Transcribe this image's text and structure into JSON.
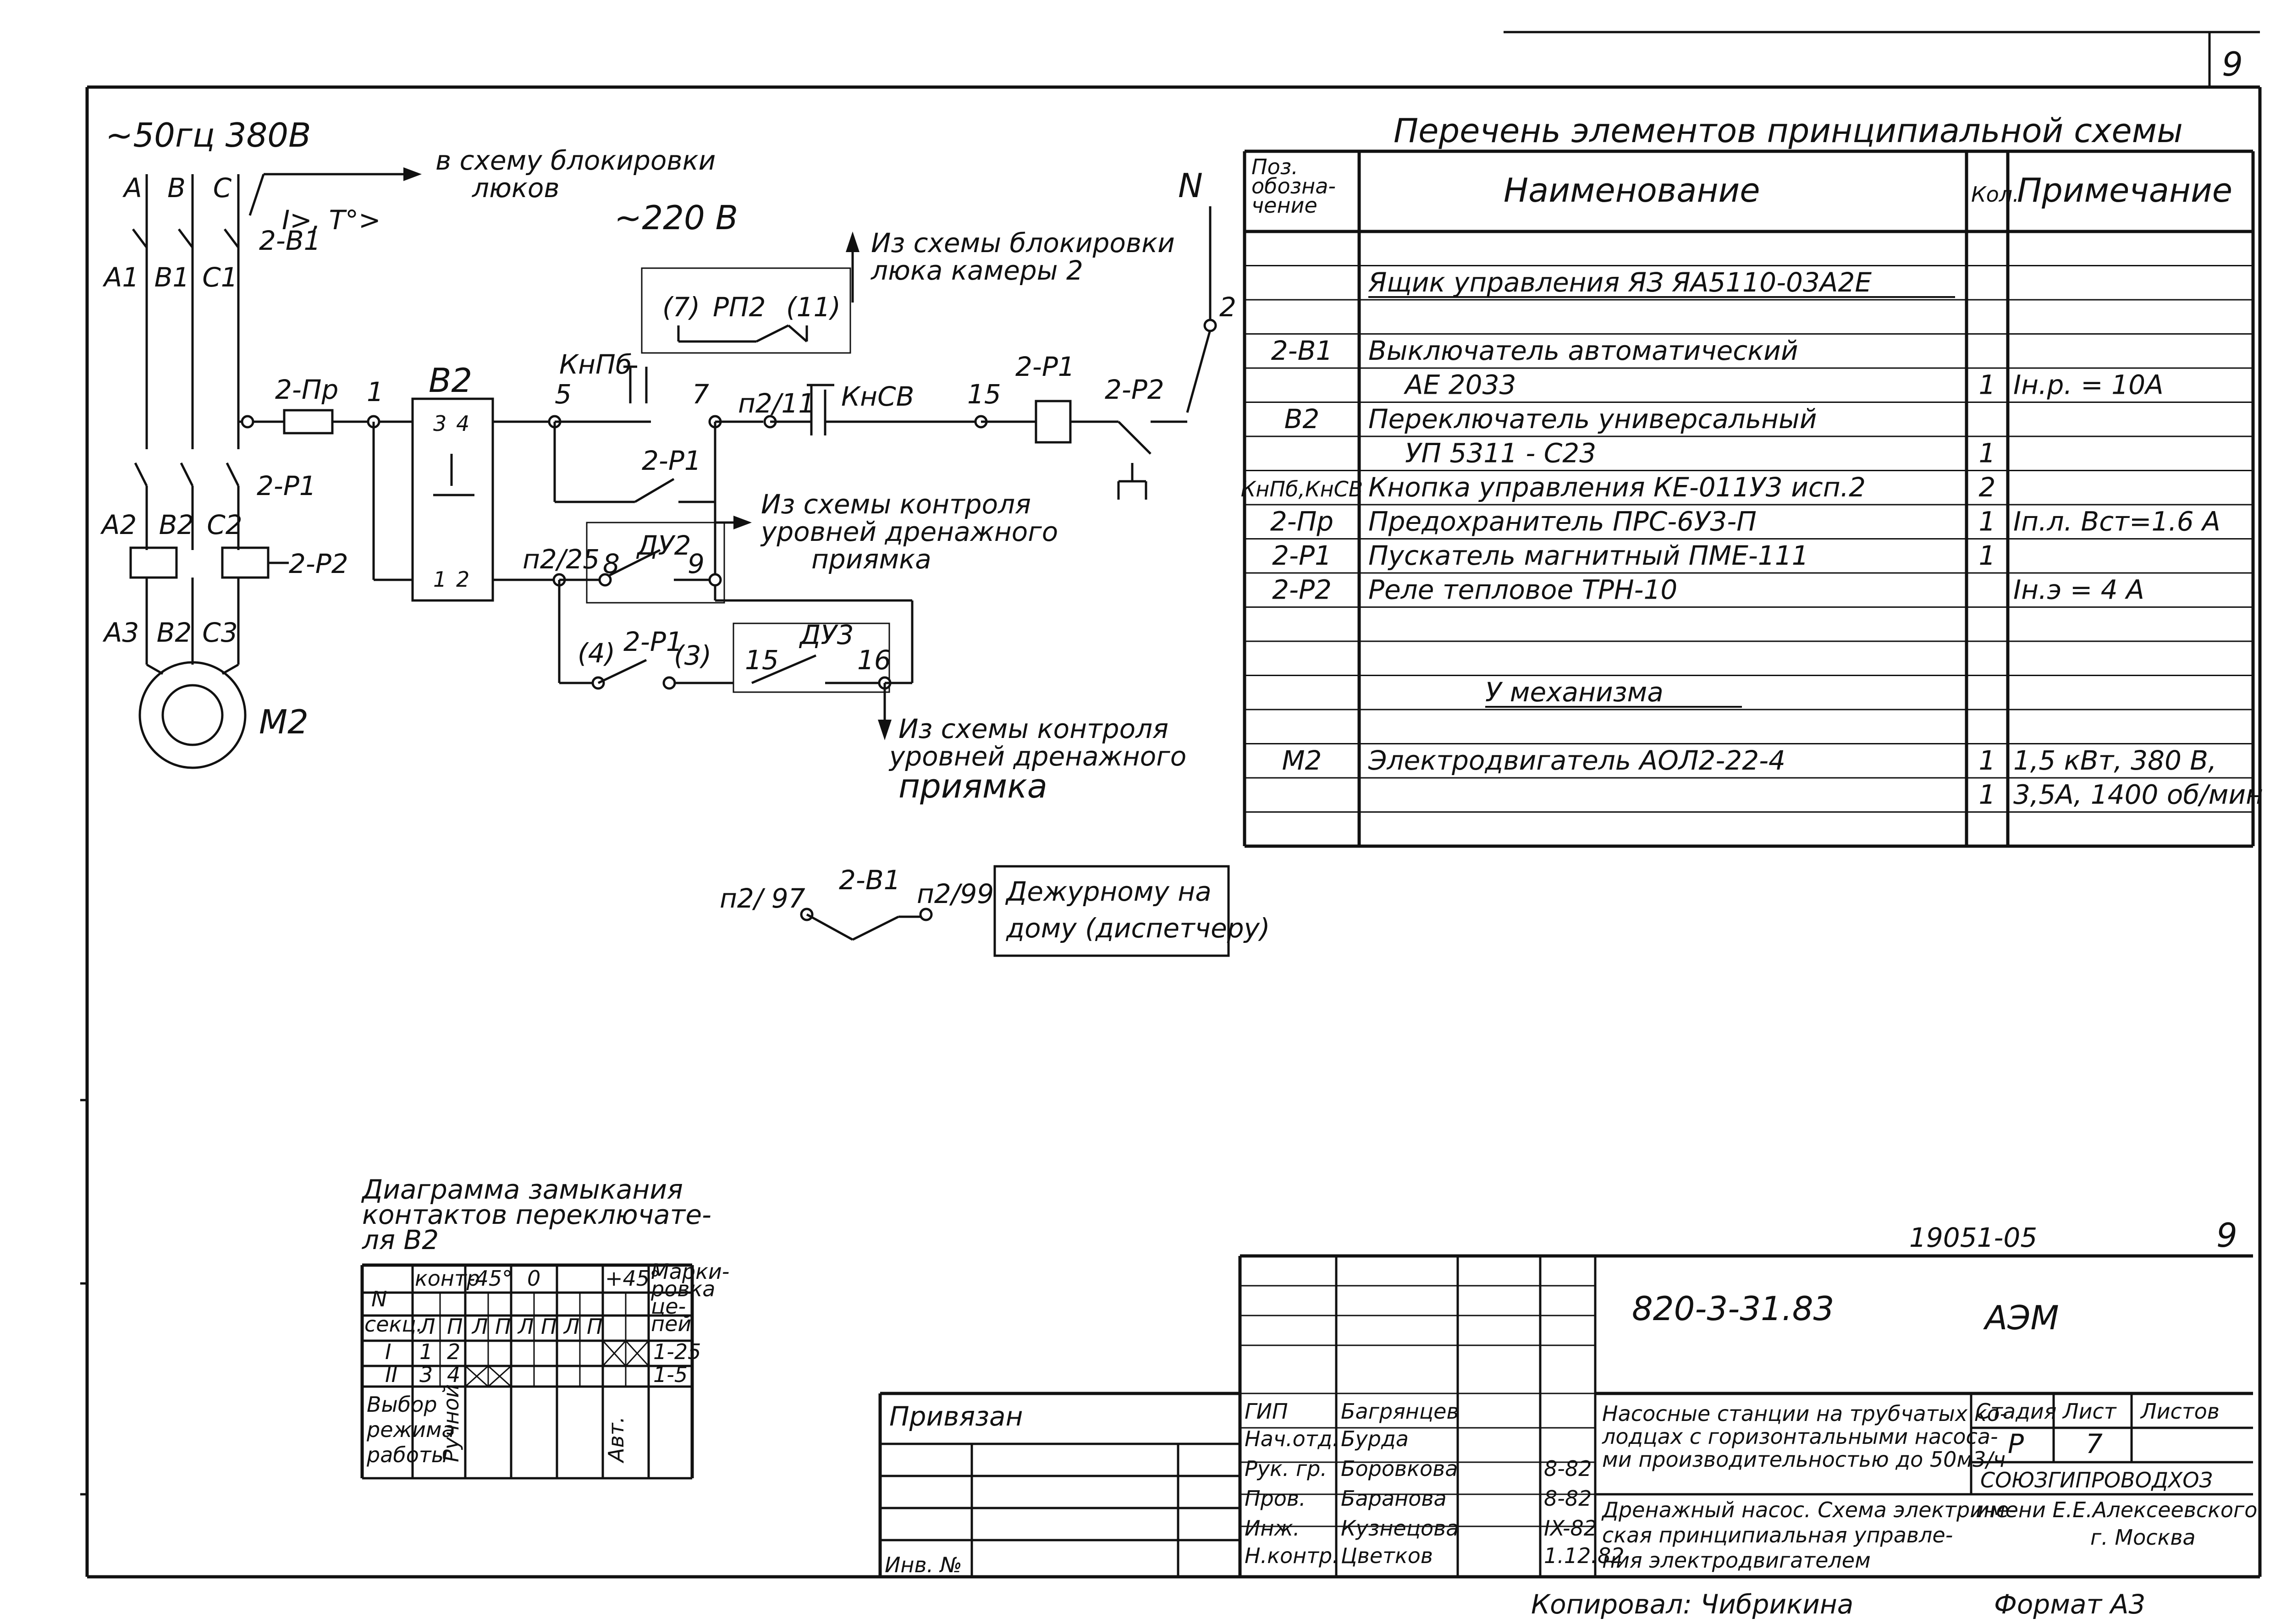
{
  "sheet_number_corner": "9",
  "doc_code_top": "19051-05",
  "sheet_no": "9",
  "circuit": {
    "supply": "~50гц 380В",
    "phases": [
      "A",
      "B",
      "C"
    ],
    "l1_labels": [
      "A1",
      "B1",
      "C1"
    ],
    "l2_labels": [
      "A2",
      "B2",
      "C2"
    ],
    "l3_labels": [
      "A3",
      "B2",
      "C3"
    ],
    "breaker": "2-В1",
    "breaker_prot": "I>, T°>",
    "to_lock_1": "в схему блокировки",
    "to_lock_2": "люков",
    "v220": "~220 В",
    "fuse": "2-Пр",
    "node1": "1",
    "switch": "В2",
    "sw_c3": "3",
    "sw_c4": "4",
    "sw_c1": "1",
    "sw_c2": "2",
    "knpb": "КнПб",
    "node5": "5",
    "node7": "7",
    "p1_contact": "2-Р1",
    "p1_aux": "2-Р1",
    "p2_overload": "2-Р2",
    "motor": "М2",
    "from_lock_1": "Из схемы блокировки",
    "from_lock_2": "люка камеры 2",
    "rp2_l": "(7)",
    "rp2": "РП2",
    "rp2_r": "(11)",
    "n": "N",
    "n2": "2",
    "p2_11": "п2/11",
    "knsv": "КнСВ",
    "node15": "15",
    "coil": "2-Р1",
    "therm": "2-Р2",
    "from_lvl_1a": "Из схемы контроля",
    "from_lvl_1b": "уровней дренажного",
    "from_lvl_1c": "приямка",
    "p2_25": "п2/25",
    "du2": "ДУ2",
    "du2_8": "8",
    "du2_9": "9",
    "p1_low": "2-Р1",
    "n4": "(4)",
    "n3": "(3)",
    "du3": "ДУ3",
    "du3_15": "15",
    "du3_16": "16",
    "from_lvl_2a": "Из схемы контроля",
    "from_lvl_2b": "уровней дренажного",
    "from_lvl_2c": "приямка",
    "sig_l": "п2/ 97",
    "sig_sw": "2-В1",
    "sig_r": "п2/99",
    "sig_box_1": "Дежурному на",
    "sig_box_2": "дому (диспетчеру)"
  },
  "elements": {
    "title": "Перечень элементов принципиальной схемы",
    "headers": [
      "Поз. обозна- чение",
      "Наименование",
      "Кол.",
      "Примечание"
    ],
    "rows": [
      {
        "pos": "",
        "name": "",
        "qty": "",
        "note": "",
        "u": false
      },
      {
        "pos": "",
        "name": "Ящик управления ЯЗ ЯА5110-03А2Е",
        "qty": "",
        "note": "",
        "u": true
      },
      {
        "pos": "",
        "name": "",
        "qty": "",
        "note": "",
        "u": false
      },
      {
        "pos": "2-В1",
        "name": "Выключатель автоматический",
        "qty": "",
        "note": "",
        "u": false
      },
      {
        "pos": "",
        "name": "АЕ 2033",
        "qty": "1",
        "note": "Iн.р. = 10А",
        "u": false
      },
      {
        "pos": "В2",
        "name": "Переключатель универсальный",
        "qty": "",
        "note": "",
        "u": false
      },
      {
        "pos": "",
        "name": "УП 5311 - С23",
        "qty": "1",
        "note": "",
        "u": false
      },
      {
        "pos": "КнПб,КнСВ",
        "name": "Кнопка управления КЕ-011У3 исп.2",
        "qty": "2",
        "note": "",
        "u": false
      },
      {
        "pos": "2-Пр",
        "name": "Предохранитель ПРС-6У3-П",
        "qty": "1",
        "note": "Iп.л. Вст=1.6 А",
        "u": false
      },
      {
        "pos": "2-Р1",
        "name": "Пускатель магнитный ПМЕ-111",
        "qty": "1",
        "note": "",
        "u": false
      },
      {
        "pos": "2-Р2",
        "name": "Реле тепловое ТРН-10",
        "qty": "",
        "note": "Iн.э = 4 А",
        "u": false
      },
      {
        "pos": "",
        "name": "",
        "qty": "",
        "note": "",
        "u": false
      },
      {
        "pos": "",
        "name": "",
        "qty": "",
        "note": "",
        "u": false
      },
      {
        "pos": "",
        "name": "У механизма",
        "qty": "",
        "note": "",
        "u": true
      },
      {
        "pos": "",
        "name": "",
        "qty": "",
        "note": "",
        "u": false
      },
      {
        "pos": "М2",
        "name": "Электродвигатель АОЛ2-22-4",
        "qty": "1",
        "note": "1,5 кВт, 380 В,",
        "u": false
      },
      {
        "pos": "",
        "name": "",
        "qty": "1",
        "note": "3,5А, 1400 об/мин",
        "u": false
      },
      {
        "pos": "",
        "name": "",
        "qty": "",
        "note": "",
        "u": false
      }
    ]
  },
  "contact_diagram": {
    "title": [
      "Диаграмма замыкания",
      "контактов переключате-",
      "ля В2"
    ],
    "h_n": "N",
    "h_sec": "секц.",
    "h_kontr": "контр",
    "h_m45": "-45°",
    "h_0": "0",
    "h_p45": "+45°",
    "h_mark": [
      "Марки-",
      "ровка",
      "це-",
      "пей"
    ],
    "lp": [
      "Л",
      "П",
      "Л",
      "П",
      "Л",
      "П",
      "Л",
      "П"
    ],
    "r1": [
      "I",
      "1",
      "2",
      "1-25"
    ],
    "r2": [
      "II",
      "3",
      "4",
      "1-5"
    ],
    "sel": [
      "Выбор",
      "режима",
      "работы"
    ],
    "manual": "Ручной",
    "auto": "Авт."
  },
  "stamp": {
    "privyazan": "Привязан",
    "inv": "Инв. №",
    "doc_code": "820-3-31.83",
    "org_short": "АЭМ",
    "roles": [
      "ГИП",
      "Нач.отд.",
      "Рук. гр.",
      "Пров.",
      "Инж.",
      "Н.контр."
    ],
    "names": [
      "Багрянцев",
      "Бурда",
      "Боровкова",
      "Баранова",
      "Кузнецова",
      "Цветков"
    ],
    "dates": [
      "",
      "",
      "8-82",
      "8-82",
      "IX-82",
      "1.12.82"
    ],
    "proj_1": "Насосные станции на трубчатых ко-",
    "proj_2": "лодцах с горизонтальными насоса-",
    "proj_3": "ми производительностью до 50м3/ч",
    "dwg_1": "Дренажный насос. Схема электриче-",
    "dwg_2": "ская принципиальная управле-",
    "dwg_3": "ния электродвигателем",
    "h_stage": "Стадия",
    "h_sheet": "Лист",
    "h_sheets": "Листов",
    "stage": "Р",
    "sheet": "7",
    "org_1": "СОЮЗГИПРОВОДХОЗ",
    "org_2": "имени Е.Е.Алексеевского",
    "org_3": "г. Москва"
  },
  "copied": "Копировал: Чибрикина",
  "format": "Формат А3"
}
